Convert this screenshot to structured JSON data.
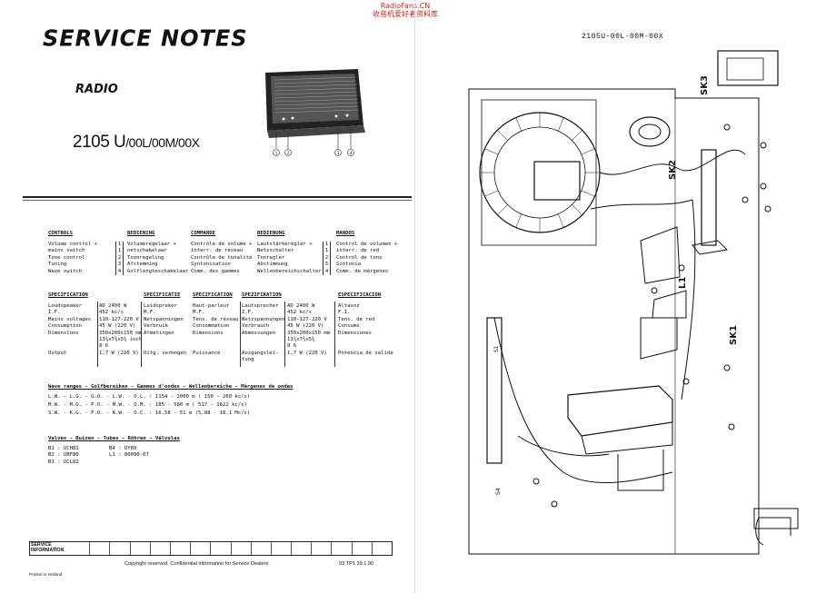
{
  "watermark": {
    "line1": "RadioFans.CN",
    "line2": "收音机爱好者资料库"
  },
  "header": {
    "title": "SERVICE NOTES",
    "subtitle": "RADIO",
    "model_main": "2105 U",
    "model_variants": "/00L/00M/00X"
  },
  "controls": {
    "headers": [
      "CONTROLS",
      "BEDIENING",
      "COMMANDE",
      "BEDIENUNG",
      "MANDOS"
    ],
    "numbers": [
      "1",
      "2",
      "3",
      "4",
      "5",
      "4"
    ],
    "col1": [
      "Volume control +",
      "mains switch",
      "Tone control",
      "Tuning",
      "Wave switch"
    ],
    "col2": [
      "Volumeregelaar +",
      "netschakelaar",
      "Toonregeling",
      "Afstemming",
      "Golflengteschakelaar"
    ],
    "col3": [
      "Contrôle de volume +",
      "interr. de réseau",
      "Contrôle de tonalité",
      "Syntonisation",
      "Comm. des gammes"
    ],
    "col4": [
      "Lautstärkeregler +",
      "Netzschalter",
      "Tonregler",
      "Abstimmung",
      "Wellenbereichschalter"
    ],
    "col5": [
      "Control de volumen +",
      "interr. de red",
      "Control de tono",
      "Sintonía",
      "Comm. de márgenes"
    ]
  },
  "specs": {
    "headers": [
      "SPECIFICATION",
      "SPECIFICATIE",
      "SPECIFICATION",
      "SPEZIFIKATION",
      "ESPECIFICACION"
    ],
    "col1": [
      "Loudspeaker",
      "I.F.",
      "Mains voltages",
      "Consumption",
      "Dimensions",
      "",
      "",
      "Output"
    ],
    "val1": [
      "AD 2400 W",
      "452 kc/s",
      "110-127-220 V",
      "45 W (220 V)",
      "350x200x150 mm",
      "13¾x7¾x5¾ inch",
      "8    6",
      "1,7 W (220 V)"
    ],
    "col2": [
      "Luidspreker",
      "M.F.",
      "Netspanningen",
      "Verbruik",
      "Afmetingen",
      "",
      "",
      "Uitg. vermogen"
    ],
    "col3": [
      "Haut-parleur",
      "M.F.",
      "Tens. de réseau",
      "Consommation",
      "Dimensions",
      "",
      "",
      "Puissance"
    ],
    "col4": [
      "Lautsprecher",
      "Z.F.",
      "Netzspannungen",
      "Verbrauch",
      "Abmessungen",
      "",
      "",
      "Ausgangslei-",
      "tung"
    ],
    "val4": [
      "AD 2400 W",
      "452 kc/s",
      "110-127-220 V",
      "45 W (220 V)",
      "350x200x150 mm",
      "13¾x7¾x5¾",
      "8    6",
      "1,7 W (220 V)"
    ],
    "col5": [
      "Altavoz",
      "F.I.",
      "Tens. de red",
      "Consumo",
      "Dimensiones",
      "",
      "",
      "Potencia de salida"
    ]
  },
  "wave": {
    "header": "Wave ranges - Golfbereiken - Gammes d'ondes - Wellenbereiche - Márgenes de ondas",
    "rows": [
      "L.W. - L.G. - G.O. - L.W. - O.L.   :  1154 - 2000 m  ( 150 -  260 kc/s)",
      "M.W. - M.G. - P.O. - M.W. - O.M.   :   185 -  580 m  ( 517 - 1622 kc/s)",
      "S.W. - K.G. - P.O. - K.W. - O.C.   : 16,58 -   51 m  (5,88 - 18,1 Mc/s)"
    ]
  },
  "valves": {
    "header": "Valves - Buizen - Tubes - Röhren - Válvulas",
    "left": [
      "B1 :  UCH81",
      "B2 :  UBF80",
      "B3 :  UCL82"
    ],
    "right": [
      "B4 :  UY89",
      "",
      "L1 :  80090-07"
    ]
  },
  "footer": {
    "service_label_1": "SERVICE",
    "service_label_2": "INFORMATION",
    "copyright": "Copyright reserved. Confidential information for Service Dealers.",
    "docnum": "93 TP1 39.1.90",
    "printed": "Printed in Holland"
  },
  "schematic": {
    "title": "2105U-00L-00M-00X",
    "labels": [
      "SK3",
      "SK2",
      "L1",
      "SK1",
      "S4",
      "S1"
    ]
  }
}
